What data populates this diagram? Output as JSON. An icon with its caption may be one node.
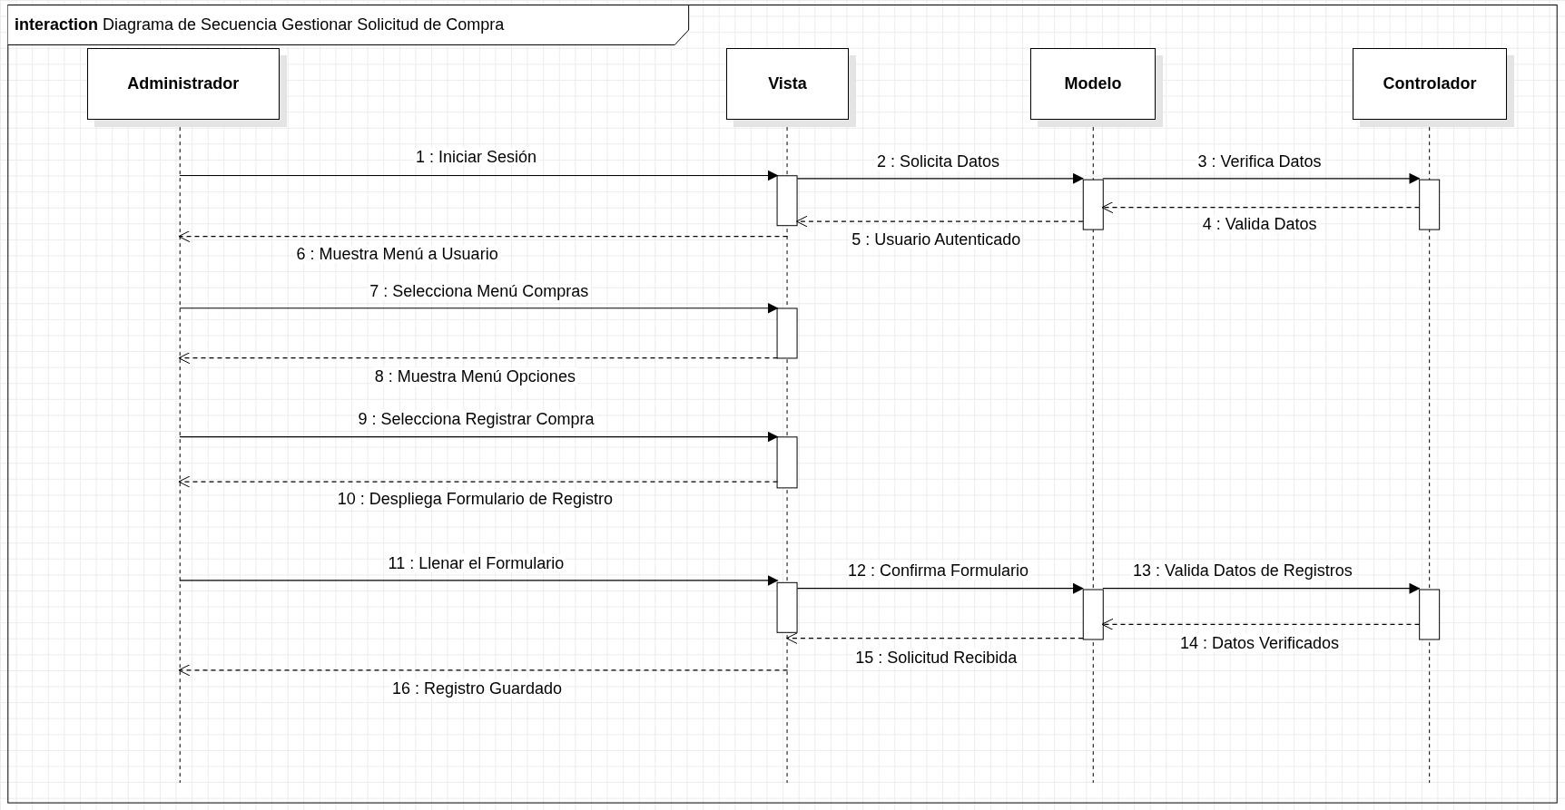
{
  "diagram": {
    "title": "**interaction** Diagrama de Secuencia Gestionar Solicitud de Compra",
    "nodes": [
      {
        "text": [
          "Administrador"
        ]
      },
      {
        "text": [
          "Vista"
        ]
      },
      {
        "text": [
          "Modelo"
        ]
      },
      {
        "text": [
          "Controlador"
        ]
      }
    ],
    "edges": [
      {
        "from": 0,
        "to": 1,
        "arrow": "to",
        "label": "1 : Iniciar Sesión"
      },
      {
        "from": 1,
        "to": 2,
        "arrow": "to",
        "label": "2 : Solicita Datos"
      },
      {
        "from": 2,
        "to": 3,
        "arrow": "to",
        "label": "3 : Verifica Datos"
      },
      {
        "from": 3,
        "to": 2,
        "arrow": "to",
        "label": "4 : Valida Datos",
        "style": "dashed"
      },
      {
        "from": 2,
        "to": 1,
        "arrow": "to",
        "label": "5 : Usuario Autenticado",
        "style": "dashed"
      },
      {
        "from": 1,
        "to": 0,
        "arrow": "to",
        "label": "6 : Muestra Menú a Usuario",
        "style": "dashed"
      },
      {
        "from": 0,
        "to": 1,
        "arrow": "to",
        "label": "7 : Selecciona Menú Compras"
      },
      {
        "from": 1,
        "to": 0,
        "arrow": "to",
        "label": "8 : Muestra Menú Opciones",
        "style": "dashed"
      },
      {
        "from": 0,
        "to": 1,
        "arrow": "to",
        "label": "9 : Selecciona Registrar Compra"
      },
      {
        "from": 1,
        "to": 0,
        "arrow": "to",
        "label": "10 : Despliega Formulario de Registro",
        "style": "dashed"
      },
      {
        "from": 0,
        "to": 1,
        "arrow": "to",
        "label": "11 : Llenar el Formulario"
      },
      {
        "from": 1,
        "to": 2,
        "arrow": "to",
        "label": "12 : Confirma Formulario"
      },
      {
        "from": 2,
        "to": 3,
        "arrow": "to",
        "label": "13 : Valida Datos de Registros"
      },
      {
        "from": 3,
        "to": 2,
        "arrow": "to",
        "label": "14 : Datos Verificados",
        "style": "dashed"
      },
      {
        "from": 2,
        "to": 1,
        "arrow": "to",
        "label": "15 : Solicitud Recibida",
        "style": "dashed"
      },
      {
        "from": 1,
        "to": 0,
        "arrow": "to",
        "label": "16 : Registro Guardado",
        "style": "dashed"
      }
    ]
  }
}
